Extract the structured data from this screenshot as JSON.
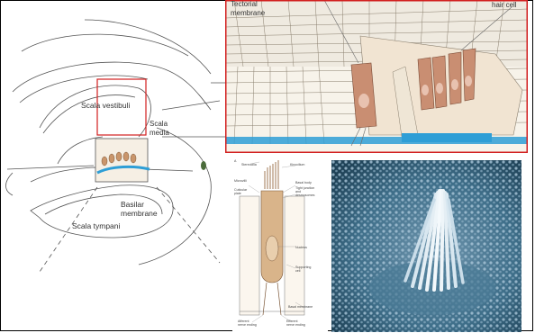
{
  "cochlea_panel": {
    "scala_vestibuli": "Scala vestibuli",
    "scala_media_1": "Scala",
    "scala_media_2": "media",
    "basilar_1": "Basilar",
    "basilar_2": "membrane",
    "scala_tympani": "Scala tympani"
  },
  "organ_panel": {
    "tectorial_1": "Tectorial",
    "tectorial_2": "membrane",
    "hair_cell": "hair cell"
  },
  "haircell_panel": {
    "letter": "A",
    "stereocilia": "Stereocilia",
    "kinocilium": "Kinocilium",
    "microvilli": "Microvilli",
    "cuticular_1": "Cuticular",
    "cuticular_2": "plate",
    "basal_body": "Basal body",
    "tight_1": "Tight junction",
    "tight_2": "and",
    "tight_3": "desmosomes",
    "nucleus": "Nucleus",
    "supporting_1": "Supporting",
    "supporting_2": "cell",
    "basal_membrane": "Basal membrane",
    "afferent_1": "Afferent",
    "afferent_2": "nerve ending",
    "efferent_1": "Efferent",
    "efferent_2": "nerve ending"
  },
  "colors": {
    "highlight_box": "#d21f1f",
    "basilar_blue": "#2e9ed6",
    "cell_tan": "#d9b48a",
    "sem_blue": "#3f6f8a"
  }
}
